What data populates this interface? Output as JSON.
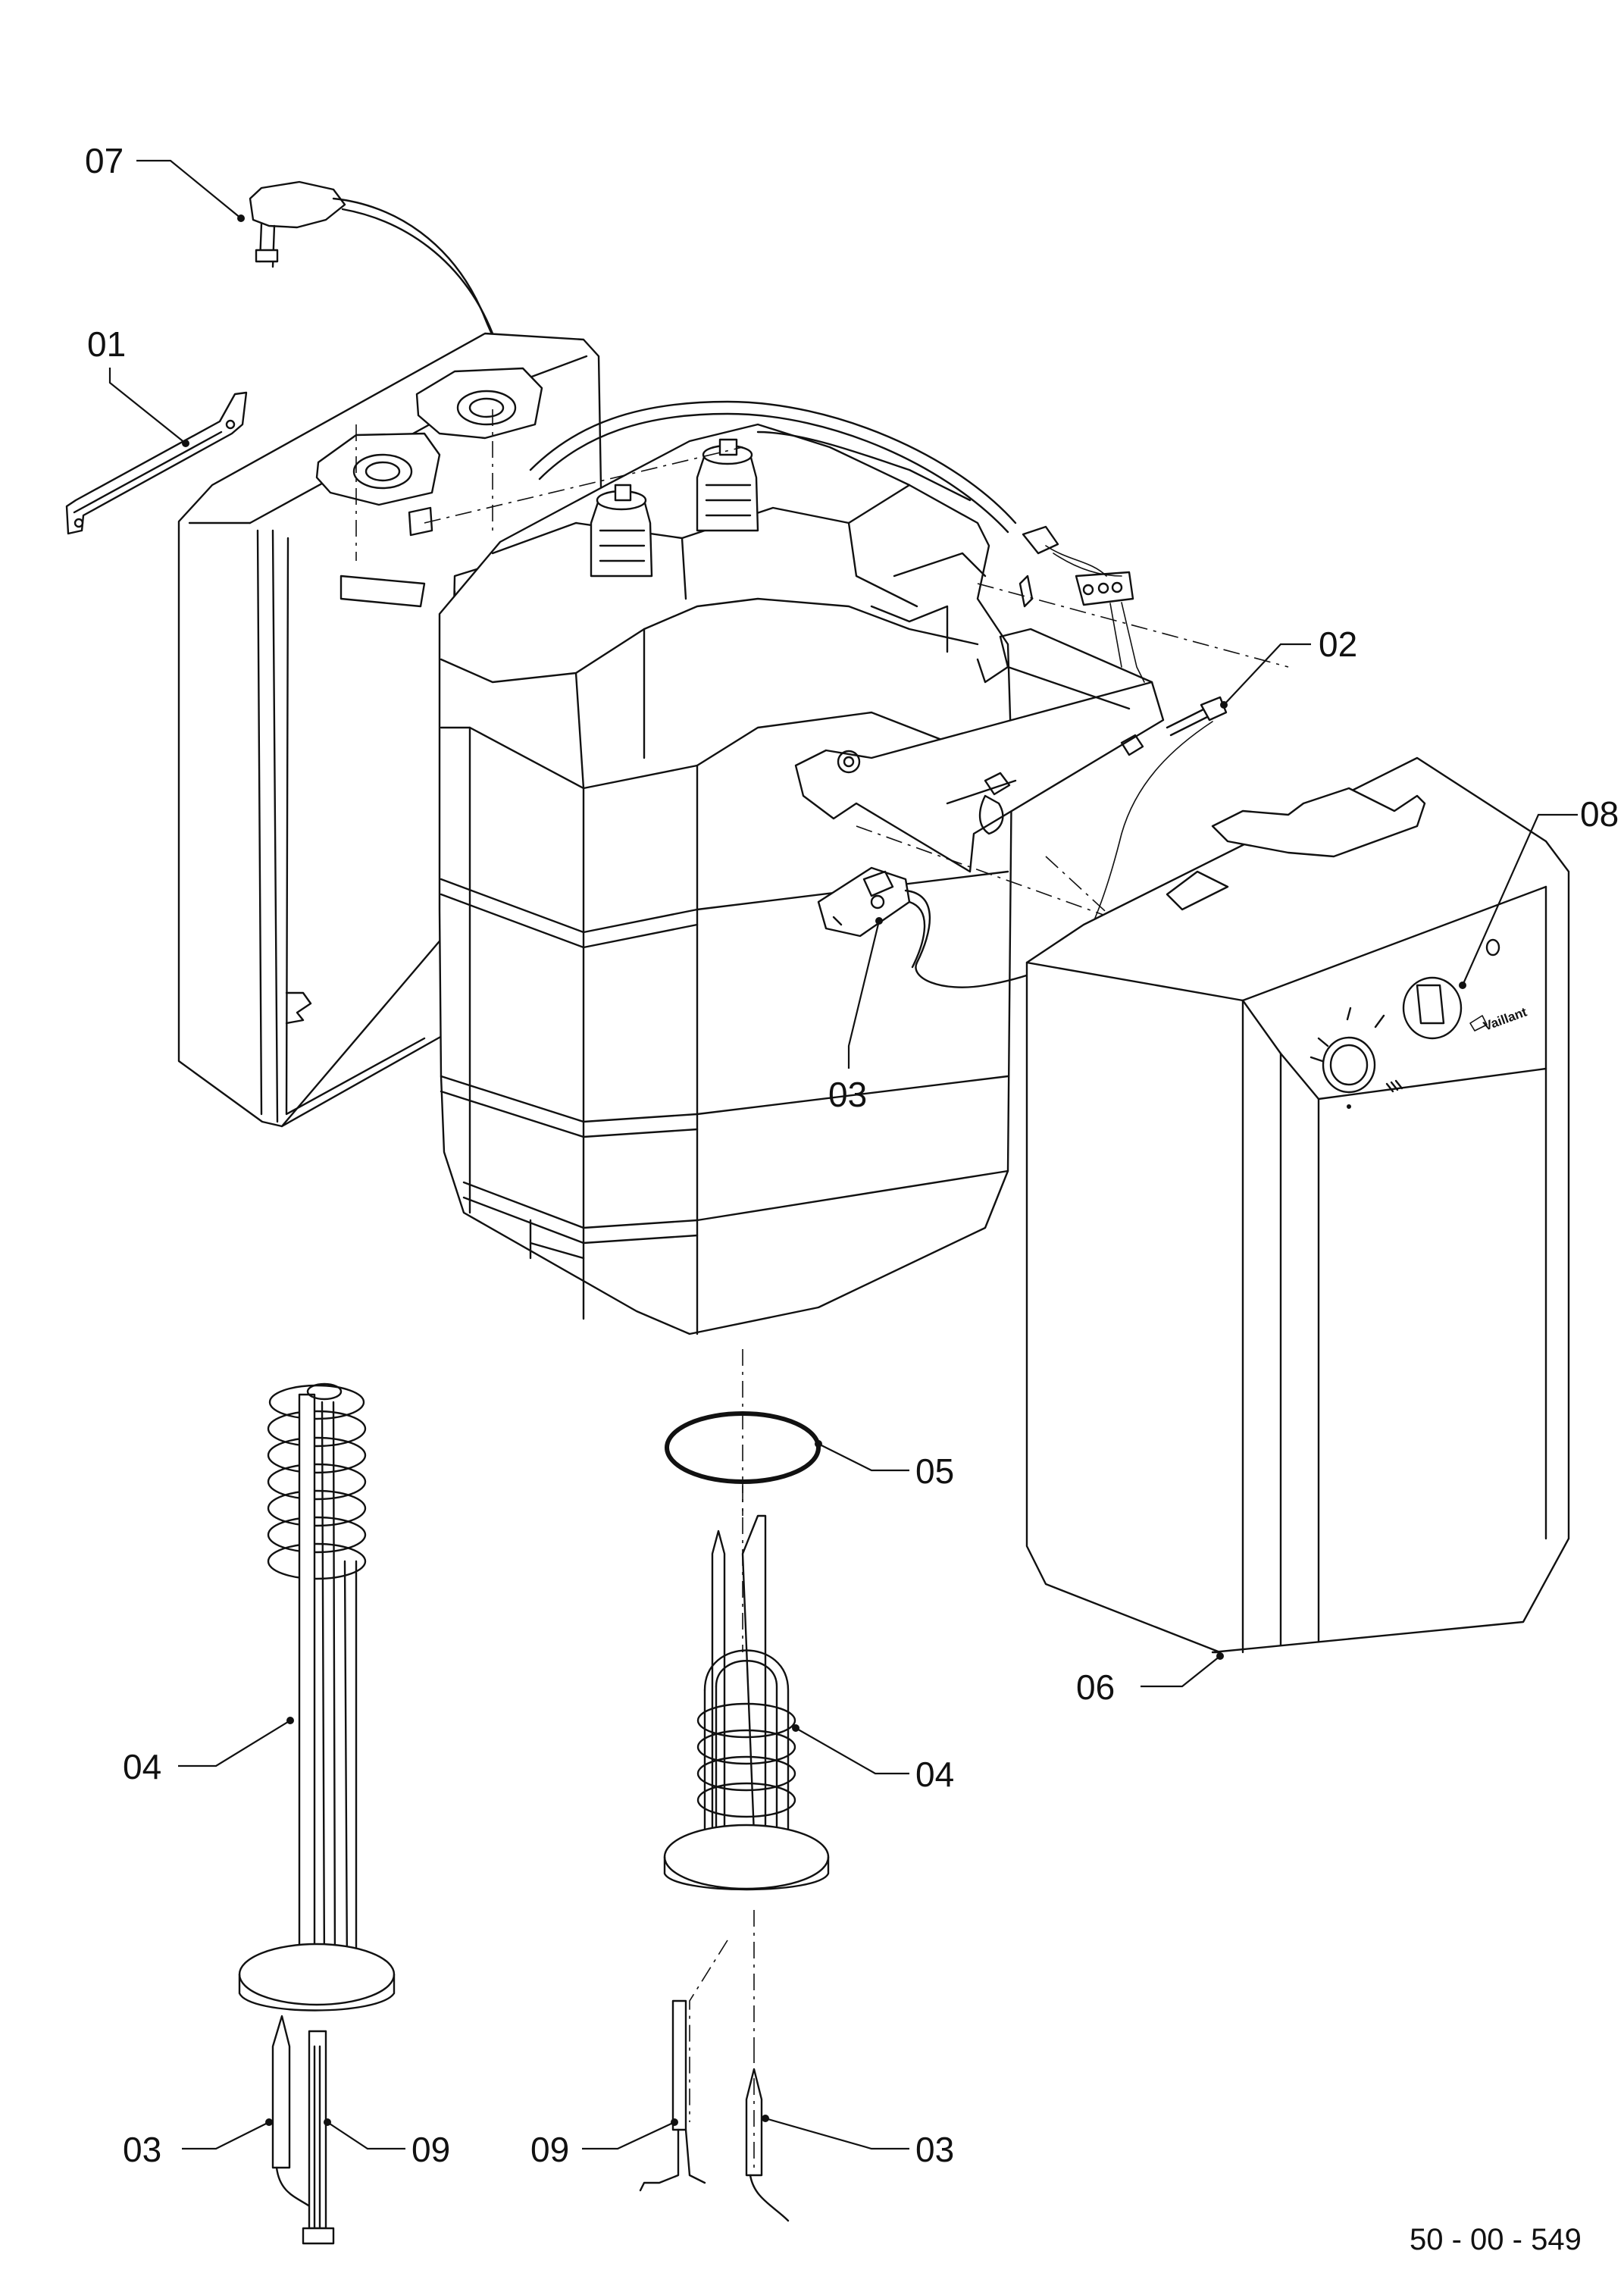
{
  "callouts": {
    "c07": "07",
    "c01": "01",
    "c02": "02",
    "c08": "08",
    "c03_top": "03",
    "c05": "05",
    "c06": "06",
    "c04_left": "04",
    "c04_right": "04",
    "c03_left": "03",
    "c09_left": "09",
    "c09_right": "09",
    "c03_right": "03"
  },
  "drawing_number": "50 - 00 - 549",
  "brand_logo": "Vaillant"
}
